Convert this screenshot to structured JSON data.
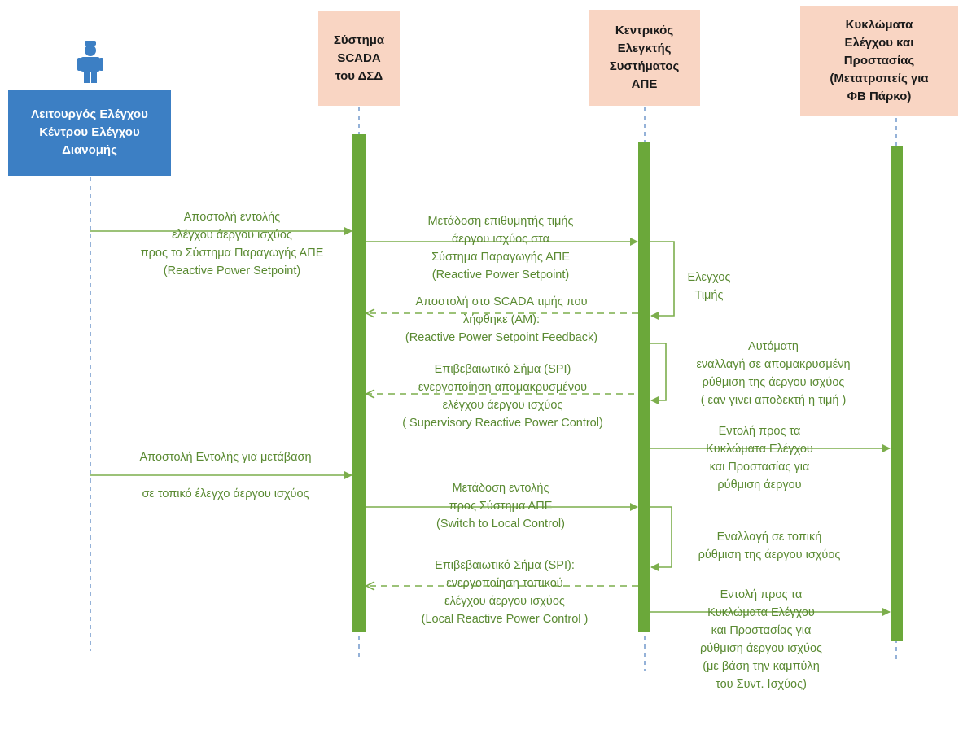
{
  "participants": {
    "operator": "Λειτουργός Ελέγχου\nΚέντρου Ελέγχου\nΔιανομής",
    "scada": "Σύστημα\nSCADA\nτου ΔΣΔ",
    "controller": "Κεντρικός\nΕλεγκτής\nΣυστήματος\nΑΠΕ",
    "protection": "Κυκλώματα\nΕλέγχου και\nΠροστασίας\n(Μετατροπείς για\nΦΒ Πάρκο)"
  },
  "messages": {
    "m1": "Αποστολή εντολής\nελέγχου άεργου ισχύος\nπρος το Σύστημα Παραγωγής ΑΠΕ\n(Reactive Power Setpoint)",
    "m2": "Μετάδοση επιθυμητής τιμής\nάεργου ισχύος στα\nΣύστημα Παραγωγής ΑΠΕ\n(Reactive Power Setpoint)",
    "m3": "Ελεγχος\nΤιμής",
    "m4": "Αποστολή στο SCADA τιμής που\nλήφθηκε (AM):\n(Reactive Power Setpoint Feedback)",
    "m5": "Αυτόματη\nεναλλαγή σε απομακρυσμένη\nρύθμιση της άεργου ισχύος\n( εαν γινει αποδεκτή η τιμή )",
    "m6": "Επιβεβαιωτικό Σήμα (SPI)\nενεργοποίηση απομακρυσμένου\nελέγχου άεργου ισχύος\n( Supervisory Reactive Power Control)",
    "m7": "Εντολή  προς τα\nΚυκλώματα Ελέγχου\nκαι Προστασίας για\nρύθμιση άεργου",
    "m8a": "Αποστολή Εντολής για μετάβαση",
    "m8b": "σε τοπικό έλεγχο άεργου ισχύος",
    "m9": "Μετάδοση εντολής\nπρος Σύστημα ΑΠΕ\n(Switch to Local Control)",
    "m10": "Εναλλαγή σε τοπική\nρύθμιση της άεργου ισχύος",
    "m11": "Επιβεβαιωτικό Σήμα (SPI):\nενεργοποίηση τοπικού\nελέγχου άεργου ισχύος\n(Local Reactive Power Control )",
    "m12": "Εντολή προς τα\nΚυκλώματα Ελέγχου\nκαι Προστασίας για\nρύθμιση άεργου ισχύος\n(με βάση την καμπύλη\nτου Συντ. Ισχύος)"
  },
  "colors": {
    "activation": "#6ba83a",
    "arrow": "#7cae4c",
    "lifeline": "#7b9fcf",
    "label": "#5a8a32",
    "header_peach": "#f9d5c3",
    "header_blue": "#3c7fc4",
    "actor": "#3c7fc4"
  },
  "icons": {
    "actor": "person-icon"
  }
}
